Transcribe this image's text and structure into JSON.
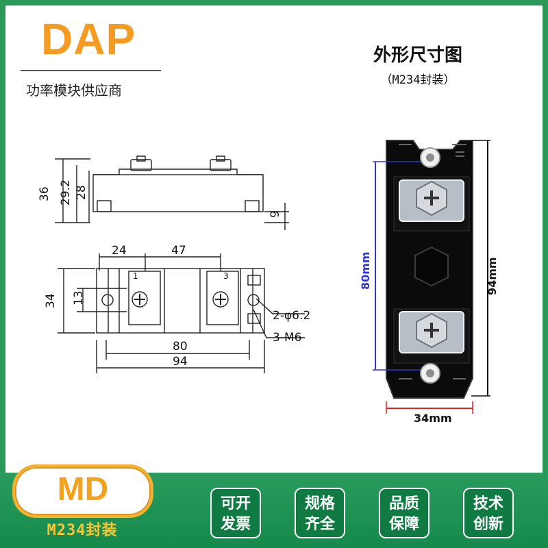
{
  "brand": {
    "logo": "DAP",
    "subtitle": "功率模块供应商"
  },
  "header": {
    "title": "外形尺寸图",
    "package": "（M234封装）"
  },
  "side_view": {
    "dim_36": "36",
    "dim_29_2": "29.2",
    "dim_28": "28",
    "dim_9": "9"
  },
  "top_view": {
    "dim_24": "24",
    "dim_47": "47",
    "dim_34": "34",
    "dim_13": "13",
    "dim_80": "80",
    "dim_94": "94",
    "terminal_1": "1",
    "terminal_3": "3",
    "hole_label": "2-φ6.2",
    "screw_label": "3-M6"
  },
  "photo": {
    "height_80": "80mm",
    "height_94": "94mm",
    "width_34": "34mm"
  },
  "footer": {
    "md": "MD",
    "md_sub": "M234封装",
    "badges": [
      {
        "line1": "可开",
        "line2": "发票"
      },
      {
        "line1": "规格",
        "line2": "齐全"
      },
      {
        "line1": "品质",
        "line2": "保障"
      },
      {
        "line1": "技术",
        "line2": "创新"
      }
    ]
  },
  "colors": {
    "brand": "#f59a23",
    "border": "#2b9a59",
    "banner": "#1d8f52",
    "dimension_blue": "#2e35d8",
    "dimension_red": "#e02020",
    "dimension_dark": "#111111"
  }
}
